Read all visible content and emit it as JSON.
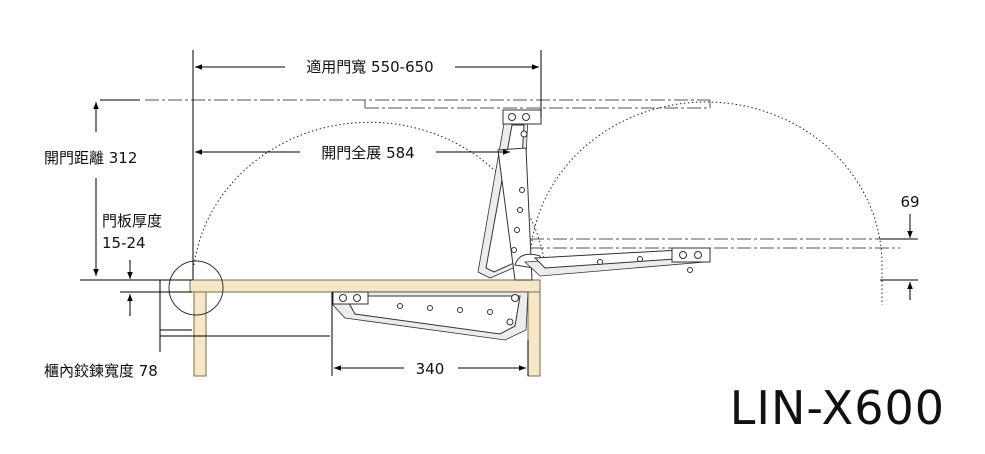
{
  "labels": {
    "door_width": "適用門寬 550-650",
    "full_open": "開門全展 584",
    "open_distance": "開門距離 312",
    "thickness_title": "門板厚度",
    "thickness_range": "15-24",
    "inner_width": "櫃內鉸鍊寬度 78",
    "depth_340": "340",
    "offset_69": "69"
  },
  "model": "LIN-X600",
  "colors": {
    "cabinet_wood": "#f6e7c6",
    "ink": "#111111"
  }
}
